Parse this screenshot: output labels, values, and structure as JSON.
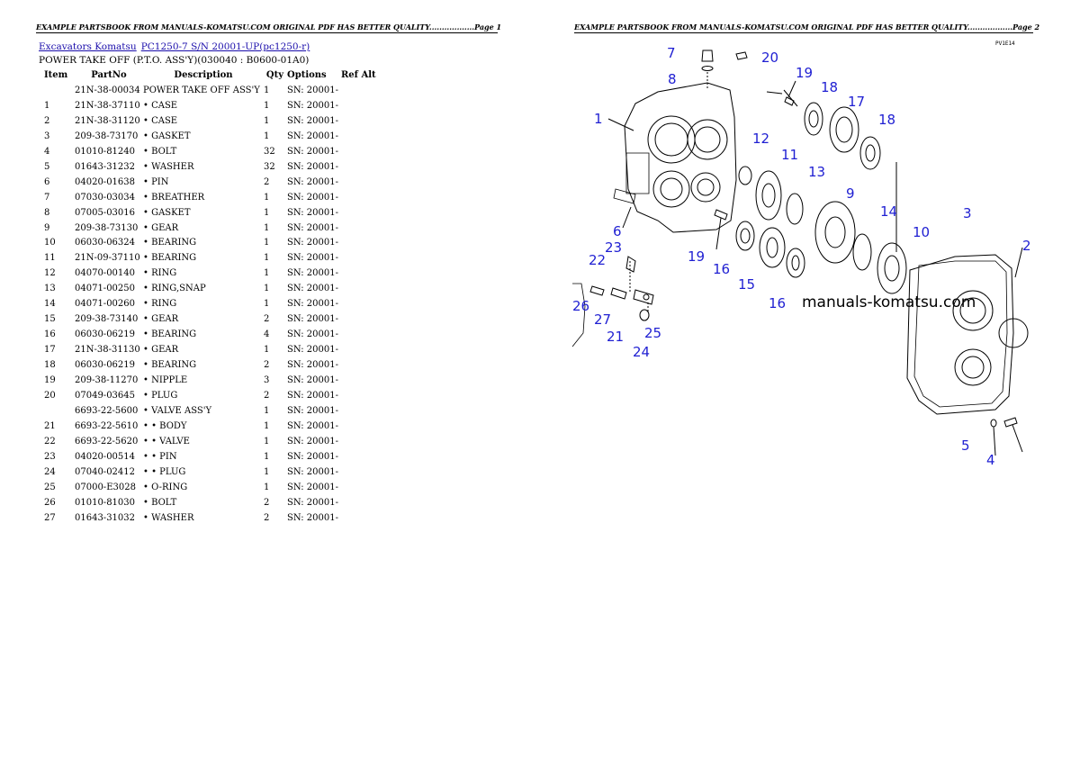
{
  "header": {
    "page1": "EXAMPLE PARTSBOOK FROM MANUALS-KOMATSU.COM ORIGINAL PDF HAS BETTER QUALITY..................Page 1",
    "page2": "EXAMPLE PARTSBOOK FROM MANUALS-KOMATSU.COM ORIGINAL PDF HAS BETTER QUALITY..................Page 2"
  },
  "breadcrumb": {
    "link1": "Excavators Komatsu",
    "link2": "PC1250-7 S/N 20001-UP(pc1250-r)"
  },
  "doc_title": "POWER TAKE OFF (P.T.O. ASS'Y)(030040 : B0600-01A0)",
  "table": {
    "headers": {
      "item": "Item",
      "partno": "PartNo",
      "description": "Description",
      "qty": "Qty",
      "options": "Options",
      "refalt": "Ref Alt"
    },
    "rows": [
      {
        "item": "",
        "partno": "21N-38-00034",
        "description": "POWER TAKE OFF ASS'Y",
        "qty": "1",
        "options": "SN: 20001-"
      },
      {
        "item": "1",
        "partno": "21N-38-37110",
        "description": "• CASE",
        "qty": "1",
        "options": "SN: 20001-"
      },
      {
        "item": "2",
        "partno": "21N-38-31120",
        "description": "• CASE",
        "qty": "1",
        "options": "SN: 20001-"
      },
      {
        "item": "3",
        "partno": "209-38-73170",
        "description": "• GASKET",
        "qty": "1",
        "options": "SN: 20001-"
      },
      {
        "item": "4",
        "partno": "01010-81240",
        "description": "• BOLT",
        "qty": "32",
        "options": "SN: 20001-"
      },
      {
        "item": "5",
        "partno": "01643-31232",
        "description": "• WASHER",
        "qty": "32",
        "options": "SN: 20001-"
      },
      {
        "item": "6",
        "partno": "04020-01638",
        "description": "• PIN",
        "qty": "2",
        "options": "SN: 20001-"
      },
      {
        "item": "7",
        "partno": "07030-03034",
        "description": "• BREATHER",
        "qty": "1",
        "options": "SN: 20001-"
      },
      {
        "item": "8",
        "partno": "07005-03016",
        "description": "• GASKET",
        "qty": "1",
        "options": "SN: 20001-"
      },
      {
        "item": "9",
        "partno": "209-38-73130",
        "description": "• GEAR",
        "qty": "1",
        "options": "SN: 20001-"
      },
      {
        "item": "10",
        "partno": "06030-06324",
        "description": "• BEARING",
        "qty": "1",
        "options": "SN: 20001-"
      },
      {
        "item": "11",
        "partno": "21N-09-37110",
        "description": "• BEARING",
        "qty": "1",
        "options": "SN: 20001-"
      },
      {
        "item": "12",
        "partno": "04070-00140",
        "description": "• RING",
        "qty": "1",
        "options": "SN: 20001-"
      },
      {
        "item": "13",
        "partno": "04071-00250",
        "description": "• RING,SNAP",
        "qty": "1",
        "options": "SN: 20001-"
      },
      {
        "item": "14",
        "partno": "04071-00260",
        "description": "• RING",
        "qty": "1",
        "options": "SN: 20001-"
      },
      {
        "item": "15",
        "partno": "209-38-73140",
        "description": "• GEAR",
        "qty": "2",
        "options": "SN: 20001-"
      },
      {
        "item": "16",
        "partno": "06030-06219",
        "description": "• BEARING",
        "qty": "4",
        "options": "SN: 20001-"
      },
      {
        "item": "17",
        "partno": "21N-38-31130",
        "description": "• GEAR",
        "qty": "1",
        "options": "SN: 20001-"
      },
      {
        "item": "18",
        "partno": "06030-06219",
        "description": "• BEARING",
        "qty": "2",
        "options": "SN: 20001-"
      },
      {
        "item": "19",
        "partno": "209-38-11270",
        "description": "• NIPPLE",
        "qty": "3",
        "options": "SN: 20001-"
      },
      {
        "item": "20",
        "partno": "07049-03645",
        "description": "• PLUG",
        "qty": "2",
        "options": "SN: 20001-"
      },
      {
        "item": "",
        "partno": "6693-22-5600",
        "description": "• VALVE ASS'Y",
        "qty": "1",
        "options": "SN: 20001-"
      },
      {
        "item": "21",
        "partno": "6693-22-5610",
        "description": "• • BODY",
        "qty": "1",
        "options": "SN: 20001-"
      },
      {
        "item": "22",
        "partno": "6693-22-5620",
        "description": "• • VALVE",
        "qty": "1",
        "options": "SN: 20001-"
      },
      {
        "item": "23",
        "partno": "04020-00514",
        "description": "• • PIN",
        "qty": "1",
        "options": "SN: 20001-"
      },
      {
        "item": "24",
        "partno": "07040-02412",
        "description": "• • PLUG",
        "qty": "1",
        "options": "SN: 20001-"
      },
      {
        "item": "25",
        "partno": "07000-E3028",
        "description": "• O-RING",
        "qty": "1",
        "options": "SN: 20001-"
      },
      {
        "item": "26",
        "partno": "01010-81030",
        "description": "• BOLT",
        "qty": "2",
        "options": "SN: 20001-"
      },
      {
        "item": "27",
        "partno": "01643-31032",
        "description": "• WASHER",
        "qty": "2",
        "options": "SN: 20001-"
      }
    ]
  },
  "diagram": {
    "watermark": "manuals-komatsu.com",
    "corner_code": "PV1E14",
    "labels": [
      "1",
      "2",
      "3",
      "4",
      "5",
      "6",
      "7",
      "8",
      "9",
      "10",
      "11",
      "12",
      "13",
      "14",
      "15",
      "16",
      "16",
      "17",
      "18",
      "18",
      "19",
      "19",
      "20",
      "21",
      "22",
      "23",
      "24",
      "25",
      "26",
      "27"
    ],
    "label_color": "#1f1fd2"
  }
}
